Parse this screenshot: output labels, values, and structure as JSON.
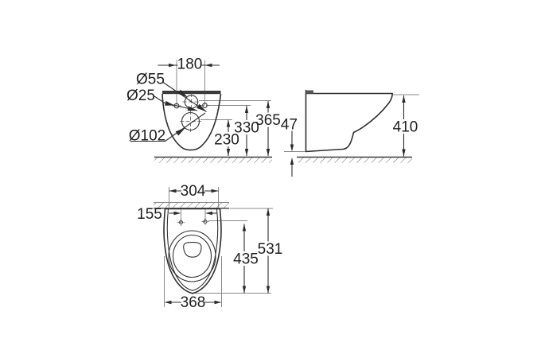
{
  "drawing_type": "wall-hung-toilet-dimension-diagram",
  "front": {
    "hole_spacing": "180",
    "flush_hole": "Ø55",
    "fixing_hole": "Ø25",
    "outlet": "Ø102",
    "outlet_height": "230",
    "fixing_height": "330",
    "flush_height": "365"
  },
  "side": {
    "clearance": "47",
    "height": "410"
  },
  "plan": {
    "wall_width": "304",
    "hole_spacing": "155",
    "bowl_depth": "435",
    "total_depth": "531",
    "bowl_width": "368"
  },
  "colors": {
    "line": "#2f2f2f",
    "text": "#1e1e1e",
    "extension_line": "#8a8a8a",
    "background": "#ffffff"
  }
}
